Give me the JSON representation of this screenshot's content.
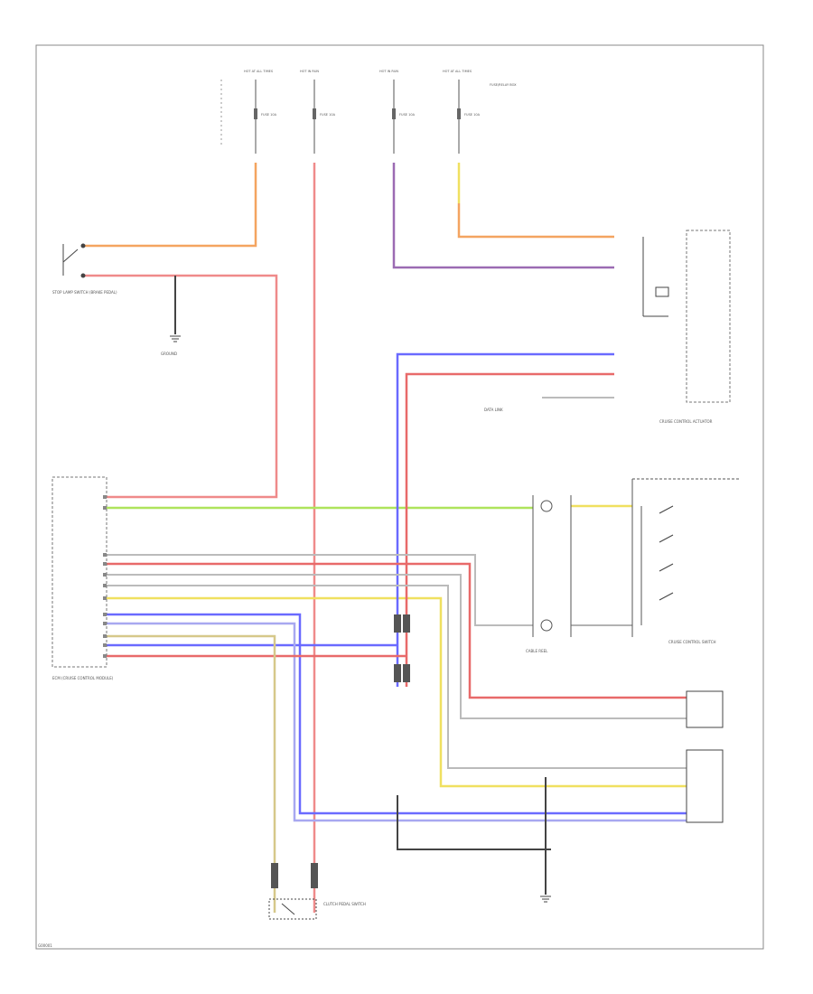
{
  "colors": {
    "orange": "#f4a460",
    "pink": "#ef8a8a",
    "red": "#e86a6a",
    "purple": "#9b6bb3",
    "yellow": "#f0e060",
    "green": "#aee45c",
    "blue": "#6a6aff",
    "bluelight": "#a8a8f0",
    "gray": "#bbbbbb",
    "dark": "#444444",
    "tan": "#d6c88a",
    "frame": "#888888"
  },
  "icons": [
    "switch-icon",
    "ground-icon",
    "connector-pin-icon",
    "fuse-icon"
  ],
  "labels": {
    "hot1": "HOT AT ALL TIMES",
    "hot2": "HOT IN RUN",
    "hot3": "HOT IN RUN",
    "hot4": "HOT AT ALL TIMES",
    "fuse1": "FUSE 10A",
    "fuse2": "FUSE 10A",
    "fuse3": "FUSE 10A",
    "fuse4": "FUSE 10A",
    "fuse_box": "FUSE/RELAY BOX",
    "brake_switch": "STOP LAMP SWITCH (BRAKE PEDAL)",
    "ground_note": "GROUND",
    "cruise_ecm": "ECM (CRUISE CONTROL MODULE)",
    "cruise_switch": "CRUISE CONTROL SWITCH",
    "cable_reel": "CABLE REEL",
    "clutch_switch": "CLUTCH PEDAL SWITCH",
    "actuator": "CRUISE CONTROL ACTUATOR",
    "data_link": "DATA LINK",
    "footer": "G00001"
  }
}
